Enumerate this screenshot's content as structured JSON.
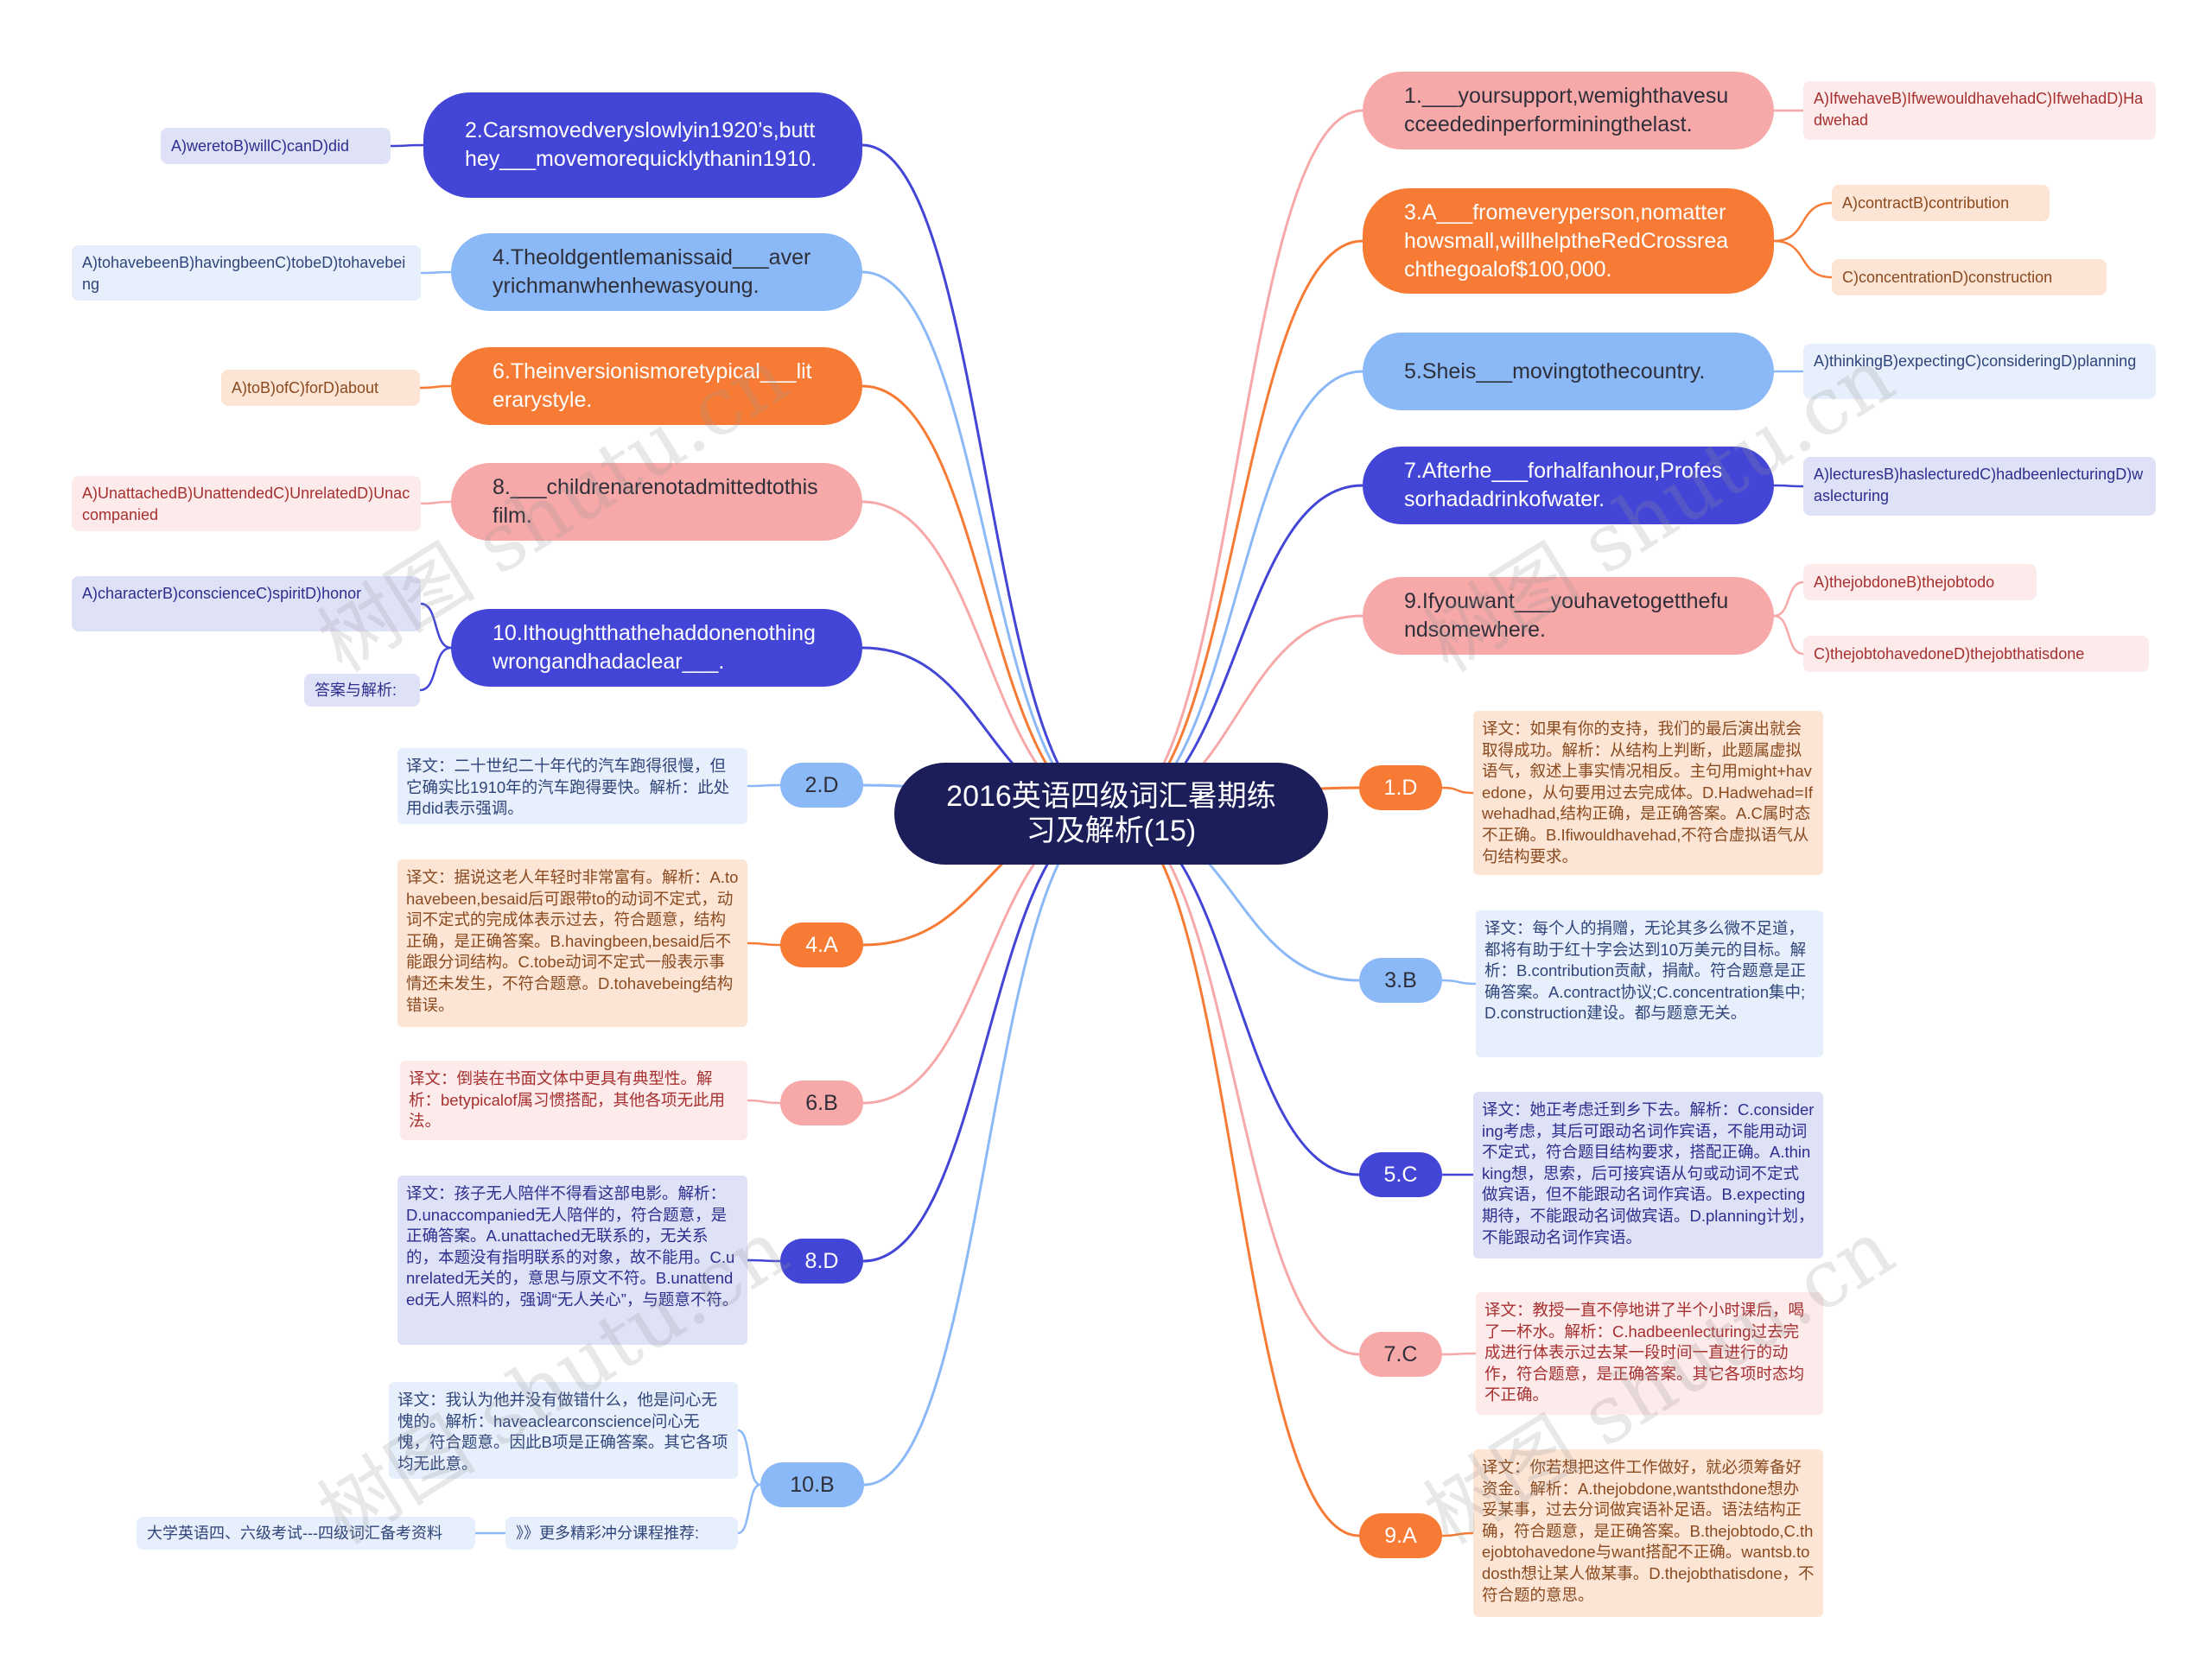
{
  "title": "2016英语四级词汇暑期练习及解析(15)",
  "watermark": "树图 shutu.cn",
  "colors": {
    "center": "#1c1e5a",
    "indigo": "#4345d6",
    "blue": "#8bb8f6",
    "orange": "#f77b34",
    "pink": "#f7a8a8",
    "indigo_leaf": "#dfe1f7",
    "blue_leaf": "#e6effb",
    "orange_leaf": "#fde5d6",
    "pink_leaf": "#fdeaea"
  },
  "questions": [
    {
      "id": "q1",
      "text": "1.___yoursupport,wemighthavesucceededinperforminingthelast.",
      "options": [
        "A)IfwehaveB)IfwewouldhavehadC)IfwehadD)Hadwehad"
      ]
    },
    {
      "id": "q2",
      "text": "2.Carsmovedveryslowlyin1920’s,butthey___movemorequicklythanin1910.",
      "options": [
        "A)weretoB)willC)canD)did"
      ]
    },
    {
      "id": "q3",
      "text": "3.A___fromeveryperson,nomatterhowsmall,willhelptheRedCrossreachthegoalof$100,000.",
      "options": [
        "A)contractB)contribution",
        "C)concentrationD)construction"
      ]
    },
    {
      "id": "q4",
      "text": "4.Theoldgentlemanissaid___averyrichmanwhenhewasyoung.",
      "options": [
        "A)tohavebeenB)havingbeenC)tobeD)tohavebeing"
      ]
    },
    {
      "id": "q5",
      "text": "5.Sheis___movingtothecountry.",
      "options": [
        "A)thinkingB)expectingC)consideringD)planning"
      ]
    },
    {
      "id": "q6",
      "text": "6.Theinversionismoretypical___literarystyle.",
      "options": [
        "A)toB)ofC)forD)about"
      ]
    },
    {
      "id": "q7",
      "text": "7.Afterhe___forhalfanhour,Professorhadadrinkofwater.",
      "options": [
        "A)lecturesB)haslecturedC)hadbeenlecturingD)waslecturing"
      ]
    },
    {
      "id": "q8",
      "text": "8.___childrenarenotadmittedtothisfilm.",
      "options": [
        "A)UnattachedB)UnattendedC)UnrelatedD)Unaccompanied"
      ]
    },
    {
      "id": "q9",
      "text": "9.Ifyouwant___youhavetogetthefundsomewhere.",
      "options": [
        "A)thejobdoneB)thejobtodo",
        "C)thejobtohavedoneD)thejobthatisdone"
      ]
    },
    {
      "id": "q10",
      "text": "10.Ithoughtthathehaddonenothingwrongandhadaclear___.",
      "options": [
        "A)characterB)conscienceC)spiritD)honor",
        "答案与解析:"
      ]
    }
  ],
  "answers": [
    {
      "id": "a1",
      "label": "1.D",
      "text": "译文：如果有你的支持，我们的最后演出就会取得成功。解析：从结构上判断，此题属虚拟语气，叙述上事实情况相反。主句用might+havedone，从句要用过去完成体。D.Hadwehad=Ifwehadhad,结构正确，是正确答案。A.C属时态不正确。B.Ifiwouldhavehad,不符合虚拟语气从句结构要求。"
    },
    {
      "id": "a2",
      "label": "2.D",
      "text": "译文：二十世纪二十年代的汽车跑得很慢，但它确实比1910年的汽车跑得要快。解析：此处用did表示强调。"
    },
    {
      "id": "a3",
      "label": "3.B",
      "text": "译文：每个人的捐赠，无论其多么微不足道，都将有助于红十字会达到10万美元的目标。解析：B.contribution贡献，捐献。符合题意是正确答案。A.contract协议;C.concentration集中;D.construction建设。都与题意无关。"
    },
    {
      "id": "a4",
      "label": "4.A",
      "text": "译文：据说这老人年轻时非常富有。解析：A.tohavebeen,besaid后可跟带to的动词不定式，动词不定式的完成体表示过去，符合题意，结构正确，是正确答案。B.havingbeen,besaid后不能跟分词结构。C.tobe动词不定式一般表示事情还未发生，不符合题意。D.tohavebeing结构错误。"
    },
    {
      "id": "a5",
      "label": "5.C",
      "text": "译文：她正考虑迁到乡下去。解析：C.considering考虑，其后可跟动名词作宾语，不能用动词不定式，符合题目结构要求，搭配正确。A.thinking想，思索，后可接宾语从句或动词不定式做宾语，但不能跟动名词作宾语。B.expecting期待，不能跟动名词做宾语。D.planning计划，不能跟动名词作宾语。"
    },
    {
      "id": "a6",
      "label": "6.B",
      "text": "译文：倒装在书面文体中更具有典型性。解析：betypicalof属习惯搭配，其他各项无此用法。"
    },
    {
      "id": "a7",
      "label": "7.C",
      "text": "译文：教授一直不停地讲了半个小时课后，喝了一杯水。解析：C.hadbeenlecturing过去完成进行体表示过去某一段时间一直进行的动作，符合题意，是正确答案。其它各项时态均不正确。"
    },
    {
      "id": "a8",
      "label": "8.D",
      "text": "译文：孩子无人陪伴不得看这部电影。解析：D.unaccompanied无人陪伴的，符合题意，是正确答案。A.unattached无联系的，无关系的，本题没有指明联系的对象，故不能用。C.unrelated无关的，意思与原文不符。B.unattended无人照料的，强调“无人关心”，与题意不符。"
    },
    {
      "id": "a9",
      "label": "9.A",
      "text": "译文：你若想把这件工作做好，就必须筹备好资金。解析：A.thejobdone,wantsthdone想办妥某事，过去分词做宾语补足语。语法结构正确，符合题意，是正确答案。B.thejobtodo,C.thejobtohavedone与want搭配不正确。wantsb.todosth想让某人做某事。D.thejobthatisdone，不符合题的意思。"
    },
    {
      "id": "a10",
      "label": "10.B",
      "text": "译文：我认为他并没有做错什么，他是问心无愧的。解析：haveaclearconscience问心无愧，符合题意。因此B项是正确答案。其它各项均无此意。",
      "extra": "》》更多精彩冲分课程推荐:",
      "link": "大学英语四、六级考试---四级词汇备考资料"
    }
  ]
}
